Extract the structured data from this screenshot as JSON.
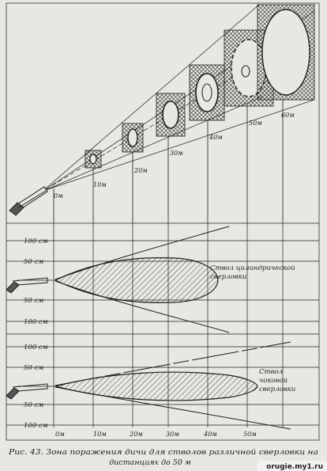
{
  "perspective": {
    "distances": [
      "0м",
      "10м",
      "20м",
      "30м",
      "40м",
      "50м",
      "60м"
    ]
  },
  "panel_cylindrical": {
    "label_line1": "Ствол цилиндрической",
    "label_line2": "сверловки",
    "y_labels_top": [
      "100 см",
      "50 см"
    ],
    "y_labels_bottom": [
      "50 см",
      "100 см"
    ]
  },
  "panel_choke": {
    "label_line1": "Ствол",
    "label_line2": "чоковой",
    "label_line3": "сверловки",
    "y_labels_top": [
      "100 см",
      "50 см"
    ],
    "y_labels_bottom": [
      "50 см",
      "100 см"
    ]
  },
  "x_axis": {
    "ticks": [
      "0м",
      "10м",
      "20м",
      "30м",
      "40м",
      "50м"
    ]
  },
  "caption": {
    "line1": "Рис. 43. Зона поражения дичи для стволов различной сверловки на",
    "line2": "дистанциях до 50 м"
  },
  "watermark": "orugie.my1.ru"
}
